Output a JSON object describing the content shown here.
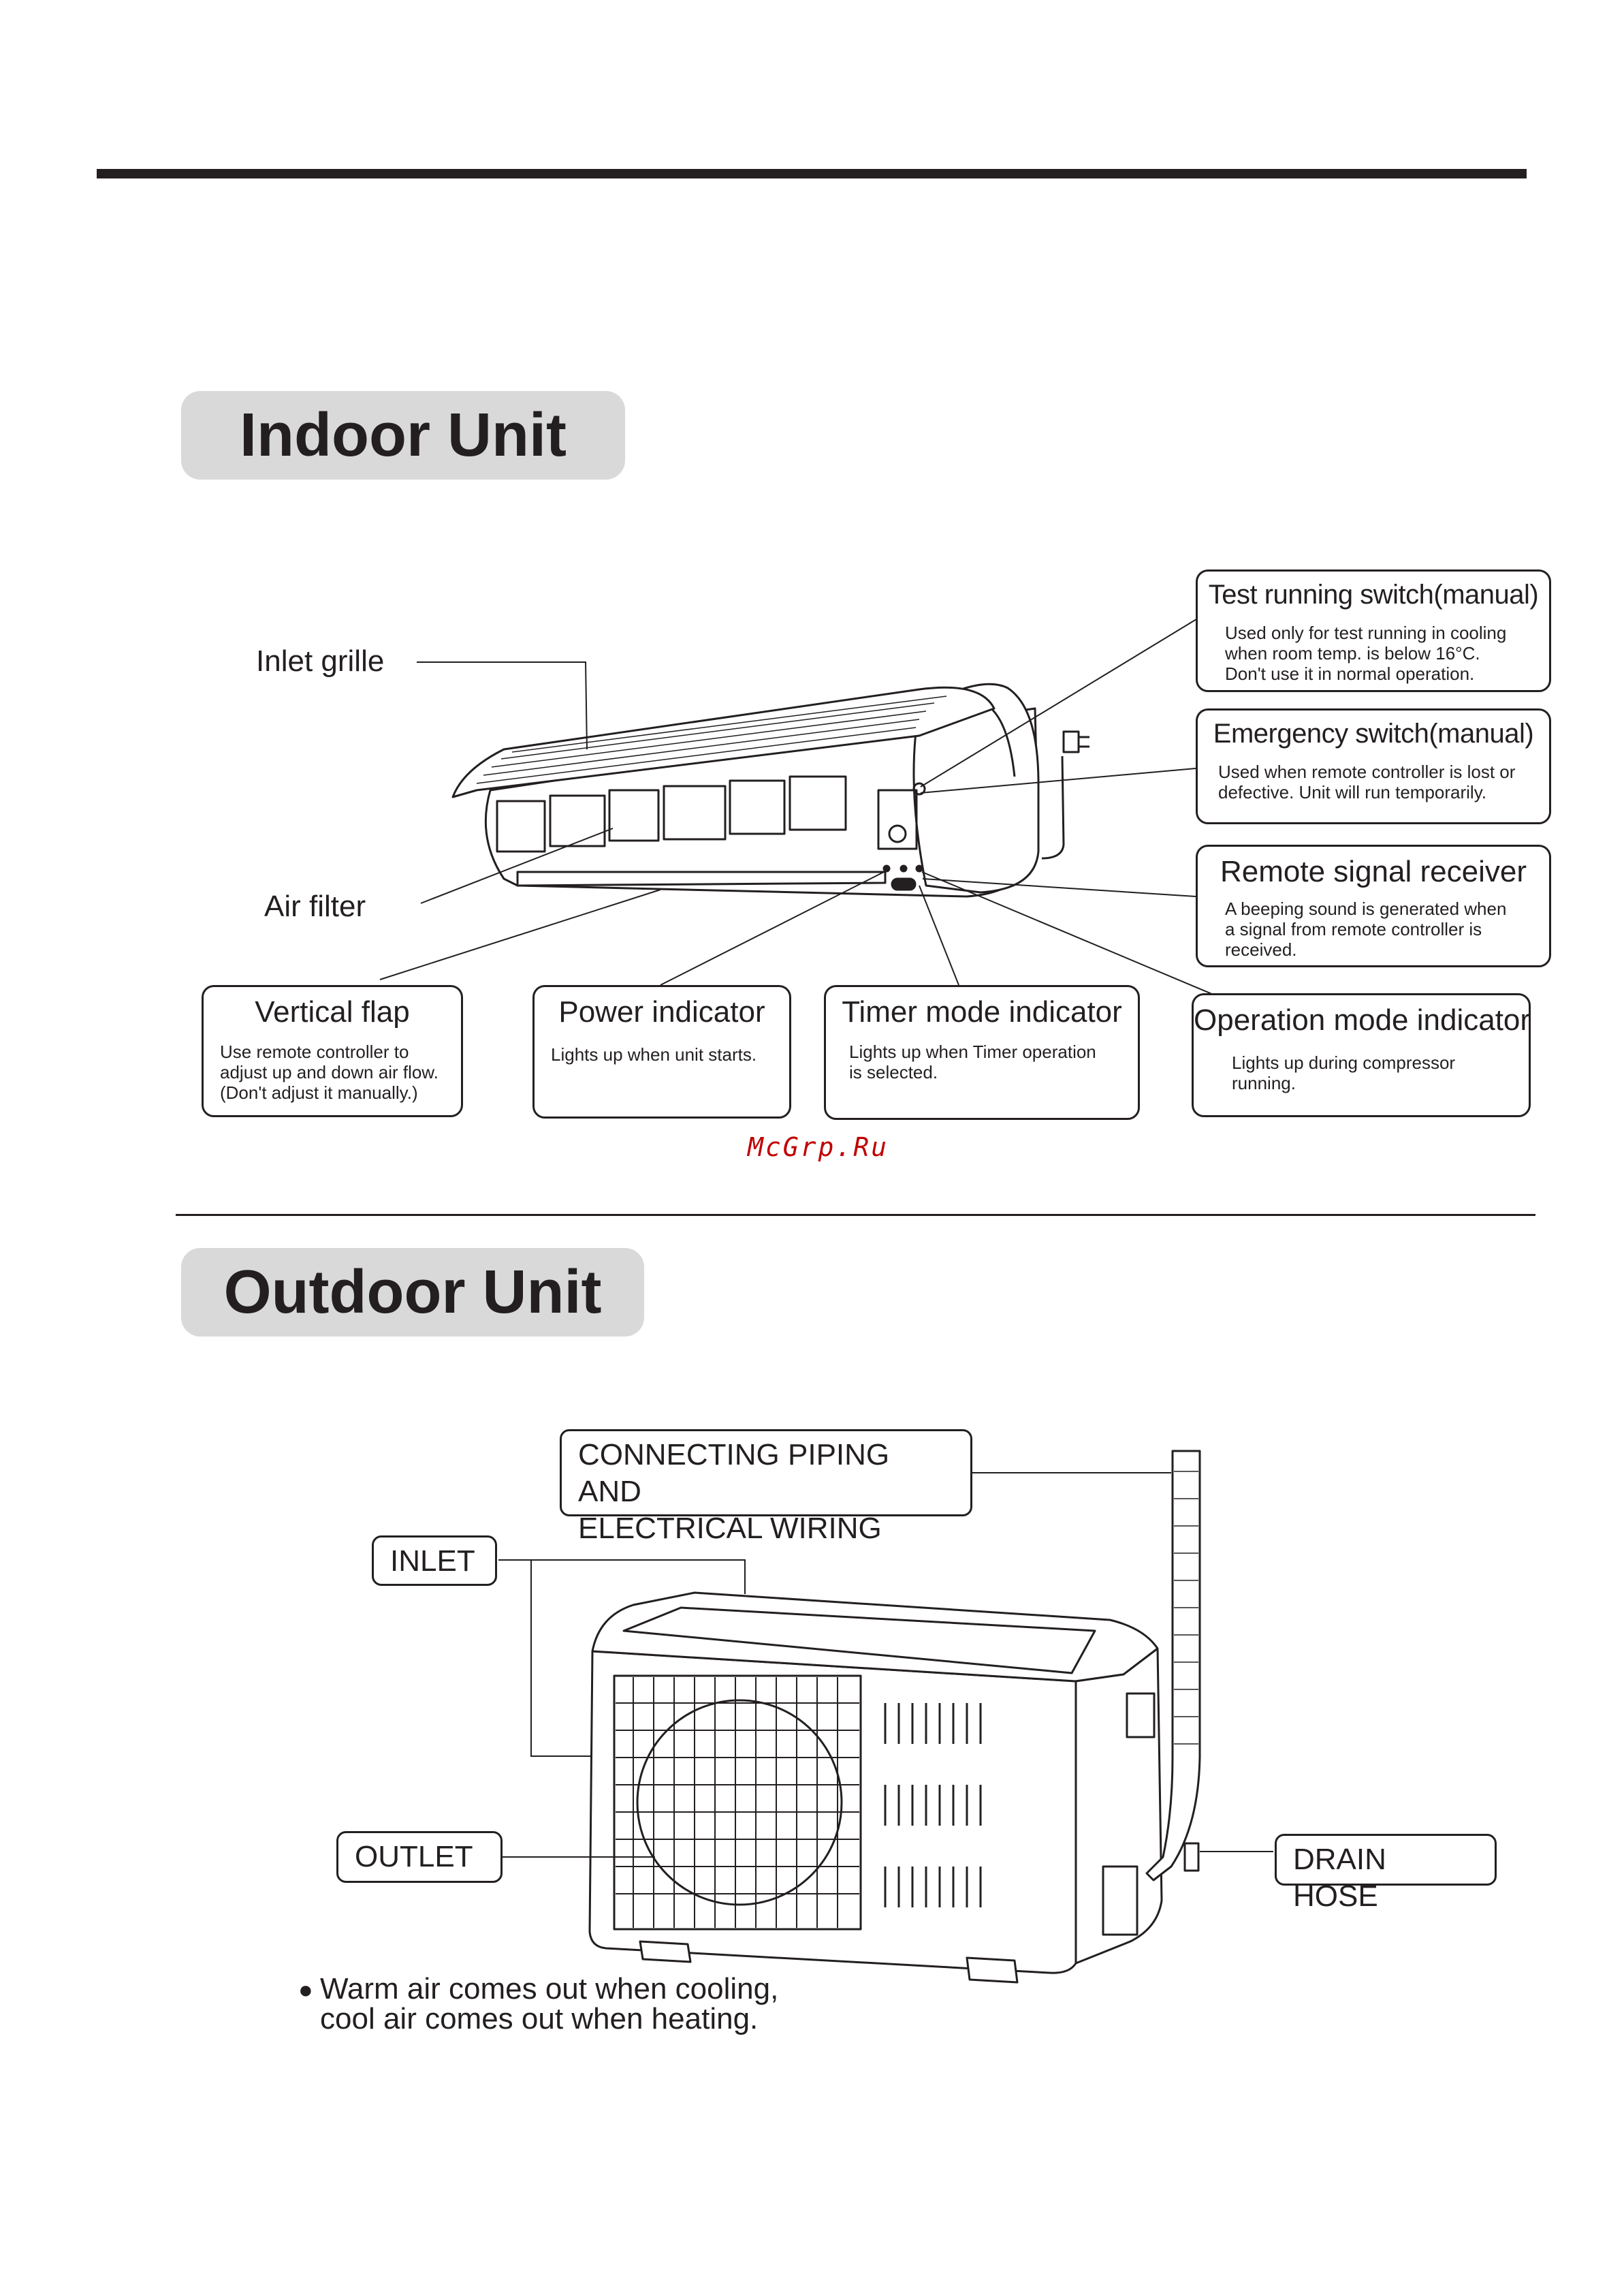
{
  "indoor": {
    "section_title": "Indoor Unit",
    "inlet_grille": "Inlet grille",
    "air_filter": "Air filter",
    "test_switch": {
      "title": "Test running switch(manual)",
      "desc": "Used only for test running in cooling\nwhen room temp.  is below 16°C.\nDon't use it in normal operation."
    },
    "emergency_switch": {
      "title": "Emergency switch(manual)",
      "desc": "Used when remote controller is lost or\ndefective. Unit will run temporarily."
    },
    "remote_receiver": {
      "title": "Remote signal receiver",
      "desc": "A beeping sound is generated when\na signal from remote controller is\nreceived."
    },
    "vertical_flap": {
      "title": "Vertical flap",
      "desc": "Use remote controller to\nadjust up and down air flow.\n (Don't adjust it manually.)"
    },
    "power_indicator": {
      "title": "Power indicator",
      "desc": "Lights up when unit starts."
    },
    "timer_indicator": {
      "title": "Timer mode indicator",
      "desc": "Lights up when Timer operation\nis selected."
    },
    "operation_indicator": {
      "title": "Operation mode indicator",
      "desc": "Lights up during compressor\nrunning."
    }
  },
  "watermark": "McGrp.Ru",
  "outdoor": {
    "section_title": "Outdoor Unit",
    "piping": "CONNECTING PIPING AND\nELECTRICAL WIRING",
    "inlet": "INLET",
    "outlet": "OUTLET",
    "drain_hose": "DRAIN HOSE",
    "note": "Warm air comes out when cooling,\ncool air comes out when heating."
  }
}
